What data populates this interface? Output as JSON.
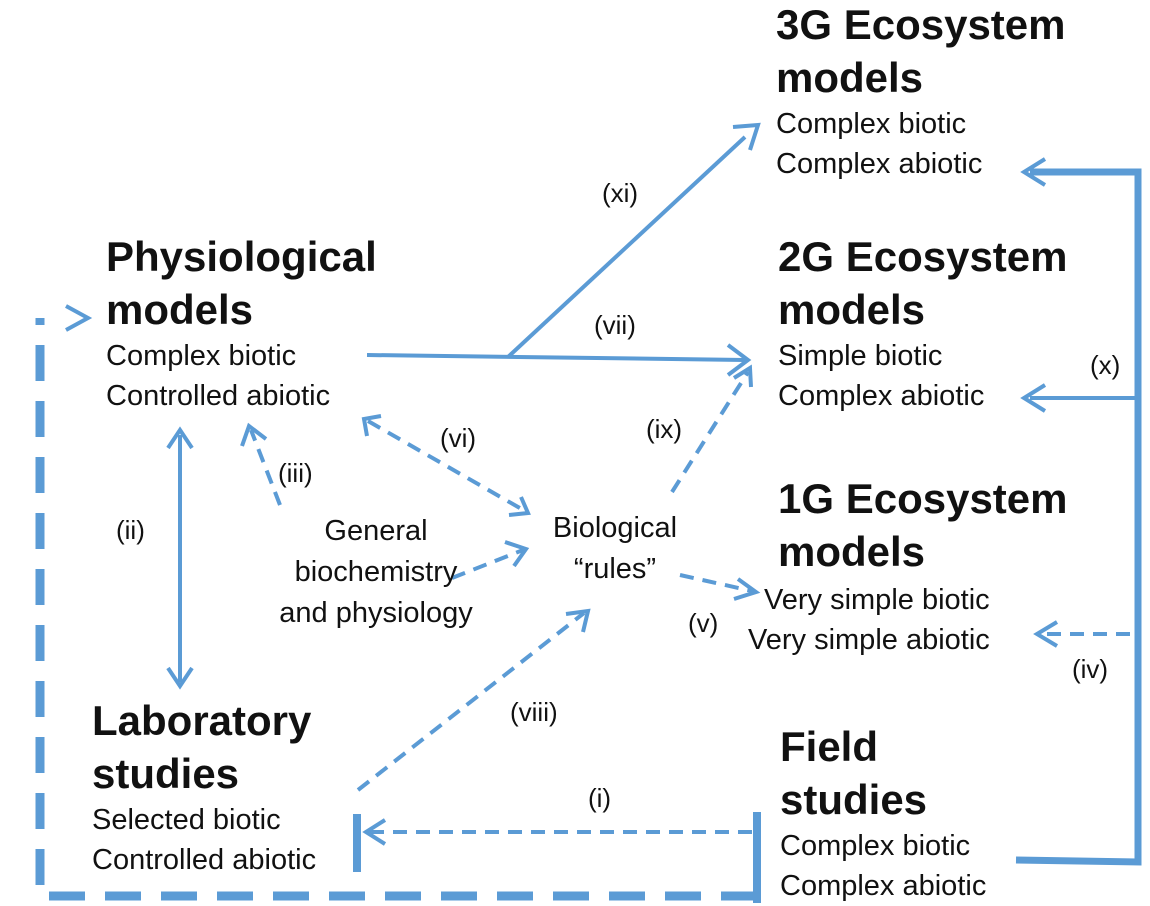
{
  "nodes": {
    "g3": {
      "title_1": "3G Ecosystem",
      "title_2": "models",
      "line_1": "Complex biotic",
      "line_2": "Complex abiotic"
    },
    "g2": {
      "title_1": "2G Ecosystem",
      "title_2": "models",
      "line_1": "Simple biotic",
      "line_2": "Complex abiotic"
    },
    "g1": {
      "title_1": "1G Ecosystem",
      "title_2": "models",
      "line_1": "Very simple biotic",
      "line_2": "Very simple abiotic"
    },
    "phys": {
      "title_1": "Physiological",
      "title_2": "models",
      "line_1": "Complex biotic",
      "line_2": "Controlled abiotic"
    },
    "lab": {
      "title_1": "Laboratory",
      "title_2": "studies",
      "line_1": "Selected biotic",
      "line_2": "Controlled abiotic"
    },
    "field": {
      "title_1": "Field",
      "title_2": "studies",
      "line_1": "Complex biotic",
      "line_2": "Complex abiotic"
    },
    "gen": {
      "line_1": "General",
      "line_2": "biochemistry",
      "line_3": "and physiology"
    },
    "rules": {
      "line_1": "Biological",
      "line_2": "“rules”"
    }
  },
  "links": [
    {
      "id": "i",
      "label": "(i)",
      "style": "dashed"
    },
    {
      "id": "ii",
      "label": "(ii)",
      "style": "solid"
    },
    {
      "id": "iii",
      "label": "(iii)",
      "style": "dashed"
    },
    {
      "id": "iv",
      "label": "(iv)",
      "style": "dashed"
    },
    {
      "id": "v",
      "label": "(v)",
      "style": "dashed"
    },
    {
      "id": "vi",
      "label": "(vi)",
      "style": "dashed"
    },
    {
      "id": "vii",
      "label": "(vii)",
      "style": "dashed"
    },
    {
      "id": "viii",
      "label": "(viii)",
      "style": "solid"
    },
    {
      "id": "ix",
      "label": "(ix)",
      "style": "dashed"
    },
    {
      "id": "x",
      "label": "(x)",
      "style": "solid"
    },
    {
      "id": "xi",
      "label": "(xi)",
      "style": "solid"
    }
  ],
  "colors": {
    "arrow": "#5b9bd5",
    "text": "#111111"
  }
}
